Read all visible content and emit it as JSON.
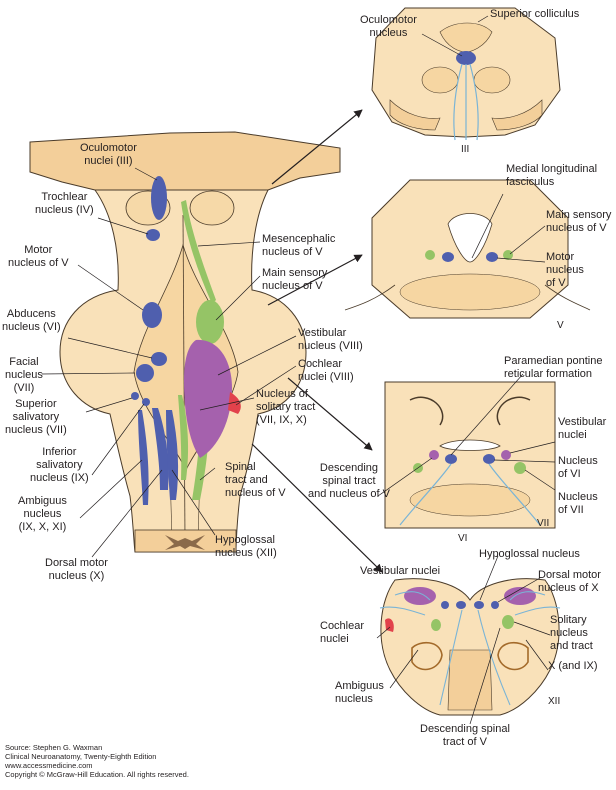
{
  "colors": {
    "tissue": "#f9e1b9",
    "tissue_dark": "#f3cf9a",
    "outline": "#4a3b2a",
    "motor_nucleus": "#4f5fae",
    "sensory_green": "#95c466",
    "vestibular_purple": "#a561ad",
    "solitary_red": "#e2424b",
    "nerve_fiber": "#7ab4d6",
    "arrow": "#231f20"
  },
  "main": {
    "labels": {
      "oculomotor_nuclei": "Oculomotor\nnuclei (III)",
      "trochlear_nucleus": "Trochlear\nnucleus (IV)",
      "motor_nucleus_v": "Motor\nnucleus of V",
      "abducens_nucleus": "Abducens\nnucleus (VI)",
      "facial_nucleus": "Facial\nnucleus\n(VII)",
      "superior_salivatory": "Superior\nsalivatory\nnucleus (VII)",
      "inferior_salivatory": "Inferior\nsalivatory\nnucleus (IX)",
      "ambiguus_nucleus": "Ambiguus\nnucleus\n(IX, X, XI)",
      "dorsal_motor_nucleus": "Dorsal motor\nnucleus (X)",
      "mesencephalic_nucleus": "Mesencephalic\nnucleus of V",
      "main_sensory_nucleus": "Main sensory\nnucleus of V",
      "vestibular_nucleus": "Vestibular\nnucleus (VIII)",
      "cochlear_nuclei": "Cochlear\nnuclei (VIII)",
      "nucleus_solitary_tract": "Nucleus of\nsolitary tract\n(VII, IX, X)",
      "spinal_tract_nucleus_v": "Spinal\ntract and\nnucleus of V",
      "hypoglossal_nucleus": "Hypoglossal\nnucleus (XII)"
    }
  },
  "midbrain_section": {
    "labels": {
      "oculomotor_nucleus": "Oculomotor\nnucleus",
      "superior_colliculus": "Superior colliculus",
      "nerve": "III"
    }
  },
  "upper_pons_section": {
    "labels": {
      "medial_longitudinal_fasciculus": "Medial longitudinal\nfasciculus",
      "main_sensory_nucleus": "Main sensory\nnucleus of V",
      "motor_nucleus": "Motor\nnucleus\nof V",
      "nerve": "V"
    }
  },
  "lower_pons_section": {
    "labels": {
      "paramedian_pontine": "Paramedian pontine\nreticular formation",
      "vestibular_nuclei": "Vestibular\nnuclei",
      "nucleus_vi": "Nucleus\nof VI",
      "nucleus_vii": "Nucleus\nof VII",
      "descending_spinal_tract": "Descending\nspinal tract\nand nucleus of V",
      "nerve_vii": "VII",
      "nerve_vi": "VI"
    }
  },
  "medulla_section": {
    "labels": {
      "vestibular_nuclei": "Vestibular nuclei",
      "hypoglossal_nucleus": "Hypoglossal nucleus",
      "dorsal_motor_nucleus": "Dorsal motor\nnucleus of X",
      "cochlear_nuclei": "Cochlear\nnuclei",
      "solitary_nucleus": "Solitary\nnucleus\nand tract",
      "nerve_x_ix": "X (and IX)",
      "ambiguus_nucleus": "Ambiguus\nnucleus",
      "nerve_xii": "XII",
      "descending_spinal_tract": "Descending spinal\ntract of V"
    }
  },
  "source": {
    "line1": "Source: Stephen G. Waxman",
    "line2": "Clinical Neuroanatomy, Twenty-Eighth Edition",
    "line3": "www.accessmedicine.com",
    "line4": "Copyright © McGraw-Hill Education. All rights reserved."
  }
}
